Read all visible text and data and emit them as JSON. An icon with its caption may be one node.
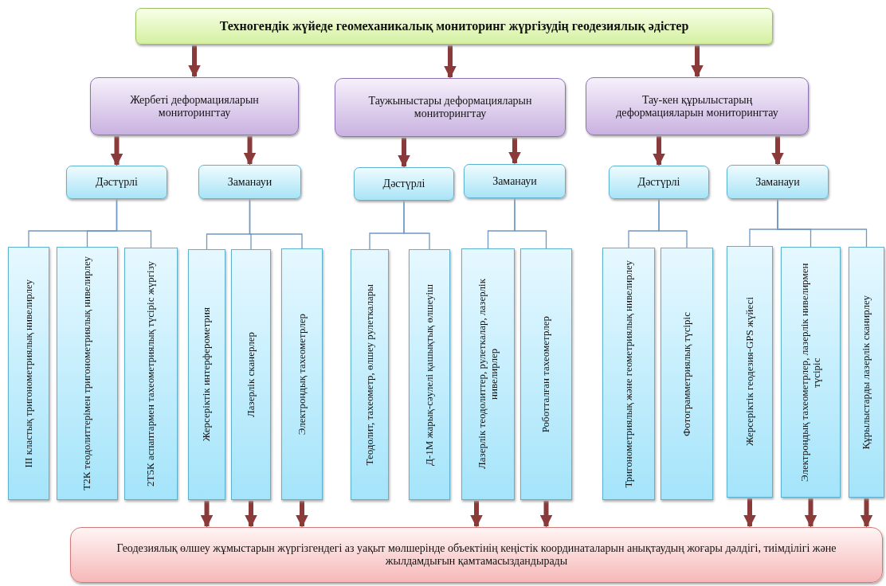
{
  "diagram": {
    "nodes": [
      {
        "text": [
          "Техногендік жүйеде геомеханикалық мониторинг жүргізудің геодезиялық әдістер"
        ]
      },
      {
        "text": [
          "Жербеті деформацияларын мониторингтау"
        ]
      },
      {
        "text": [
          "Таужыныстары деформацияларын мониторингтау"
        ]
      },
      {
        "text": [
          "Тау-кен құрылыстарың деформацияларын мониторингтау"
        ]
      },
      {
        "text": [
          "Дәстүрлі"
        ]
      },
      {
        "text": [
          "Заманауи"
        ]
      },
      {
        "text": [
          "Дәстүрлі"
        ]
      },
      {
        "text": [
          "Заманауи"
        ]
      },
      {
        "text": [
          "Дәстүрлі"
        ]
      },
      {
        "text": [
          "Заманауи"
        ]
      },
      {
        "text": [
          "ІІІ кластық тригонометриялық нивелирлеу"
        ]
      },
      {
        "text": [
          "Т2К теодолиттерімен тригонометриялық нивелирлеу"
        ]
      },
      {
        "text": [
          "2Т5К аспаптармен тахеометриялық түсіріс жүргізу"
        ]
      },
      {
        "text": [
          "Жерсеріктік интерферометрия"
        ]
      },
      {
        "text": [
          "Лазерлік сканерлер"
        ]
      },
      {
        "text": [
          "Электрондық тахеометрлер"
        ]
      },
      {
        "text": [
          "Теодолит, тахеометр, өлшеу рулеткалары"
        ]
      },
      {
        "text": [
          "Д-1М жарық-сәулелі қашықтық өлшеуіш"
        ]
      },
      {
        "text": [
          "Лазерлік теодолиттер, рулеткалар, лазерлік нивелирлер"
        ]
      },
      {
        "text": [
          "Роботталған тахеометрлер"
        ]
      },
      {
        "text": [
          "Тригонометриялық және геометриялық нивелирлеу"
        ]
      },
      {
        "text": [
          "Фотограмметриялық түсіріс"
        ]
      },
      {
        "text": [
          "Жерсеріктік геодезия-GPS жүйесі"
        ]
      },
      {
        "text": [
          "Электрондық тахеометрлер, лазерлік нивелирмен түсіріс"
        ]
      },
      {
        "text": [
          "Құрылыстарды лазерлік сканирлеу"
        ]
      },
      {
        "text": [
          "Геодезиялық өлшеу жұмыстарын жүргізгендегі аз уақыт мөлшерінде объектінің кеңістік координаталарын анықтаудың жоғары дәлдігі, тиімділігі және жылдамдығын қамтамасыздандырады"
        ]
      }
    ],
    "edges": [
      {
        "from": 0,
        "to": 1,
        "arrow": "to"
      },
      {
        "from": 0,
        "to": 2,
        "arrow": "to"
      },
      {
        "from": 0,
        "to": 3,
        "arrow": "to"
      },
      {
        "from": 1,
        "to": 4,
        "arrow": "to"
      },
      {
        "from": 1,
        "to": 5,
        "arrow": "to"
      },
      {
        "from": 2,
        "to": 6,
        "arrow": "to"
      },
      {
        "from": 2,
        "to": 7,
        "arrow": "to"
      },
      {
        "from": 3,
        "to": 8,
        "arrow": "to"
      },
      {
        "from": 3,
        "to": 9,
        "arrow": "to"
      },
      {
        "from": 4,
        "to": 10,
        "arrow": "none",
        "color": "#6f97c2"
      },
      {
        "from": 4,
        "to": 11,
        "arrow": "none",
        "color": "#6f97c2"
      },
      {
        "from": 4,
        "to": 12,
        "arrow": "none",
        "color": "#6f97c2"
      },
      {
        "from": 5,
        "to": 13,
        "arrow": "none",
        "color": "#6f97c2"
      },
      {
        "from": 5,
        "to": 14,
        "arrow": "none",
        "color": "#6f97c2"
      },
      {
        "from": 5,
        "to": 15,
        "arrow": "none",
        "color": "#6f97c2"
      },
      {
        "from": 6,
        "to": 16,
        "arrow": "none",
        "color": "#6f97c2"
      },
      {
        "from": 6,
        "to": 17,
        "arrow": "none",
        "color": "#6f97c2"
      },
      {
        "from": 7,
        "to": 18,
        "arrow": "none",
        "color": "#6f97c2"
      },
      {
        "from": 7,
        "to": 19,
        "arrow": "none",
        "color": "#6f97c2"
      },
      {
        "from": 8,
        "to": 20,
        "arrow": "none",
        "color": "#6f97c2"
      },
      {
        "from": 8,
        "to": 21,
        "arrow": "none",
        "color": "#6f97c2"
      },
      {
        "from": 9,
        "to": 22,
        "arrow": "none",
        "color": "#6f97c2"
      },
      {
        "from": 9,
        "to": 23,
        "arrow": "none",
        "color": "#6f97c2"
      },
      {
        "from": 9,
        "to": 24,
        "arrow": "none",
        "color": "#6f97c2"
      },
      {
        "from": 13,
        "to": 25,
        "arrow": "to"
      },
      {
        "from": 14,
        "to": 25,
        "arrow": "to"
      },
      {
        "from": 15,
        "to": 25,
        "arrow": "to"
      },
      {
        "from": 18,
        "to": 25,
        "arrow": "to"
      },
      {
        "from": 19,
        "to": 25,
        "arrow": "to"
      },
      {
        "from": 22,
        "to": 25,
        "arrow": "to"
      },
      {
        "from": 23,
        "to": 25,
        "arrow": "to"
      },
      {
        "from": 24,
        "to": 25,
        "arrow": "to"
      }
    ]
  }
}
